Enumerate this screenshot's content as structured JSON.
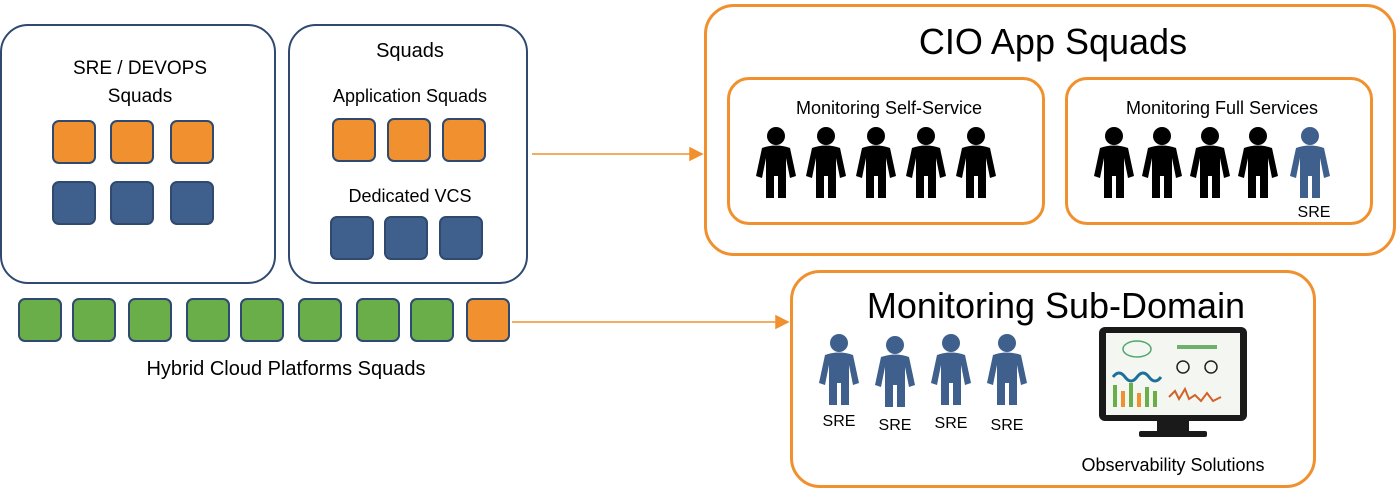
{
  "sre_devops_box": {
    "title_line1": "SRE / DEVOPS",
    "title_line2": "Squads"
  },
  "squads_box": {
    "title": "Squads",
    "app_label": "Application Squads",
    "vcs_label": "Dedicated VCS"
  },
  "hybrid_label": "Hybrid Cloud Platforms Squads",
  "cio_box": {
    "title": "CIO App Squads",
    "self_service_label": "Monitoring Self-Service",
    "full_services_label": "Monitoring Full Services",
    "full_sre_label": "SRE"
  },
  "monitoring_box": {
    "title": "Monitoring Sub-Domain",
    "sre_labels": [
      "SRE",
      "SRE",
      "SRE",
      "SRE"
    ],
    "observability_label": "Observability Solutions"
  },
  "colors": {
    "orange": "#f0902e",
    "blue": "#3f5f8c",
    "green": "#6aae4a",
    "dark_outline": "#2f4a6e",
    "person_black": "#000000",
    "person_blue": "#3f5f8c"
  }
}
